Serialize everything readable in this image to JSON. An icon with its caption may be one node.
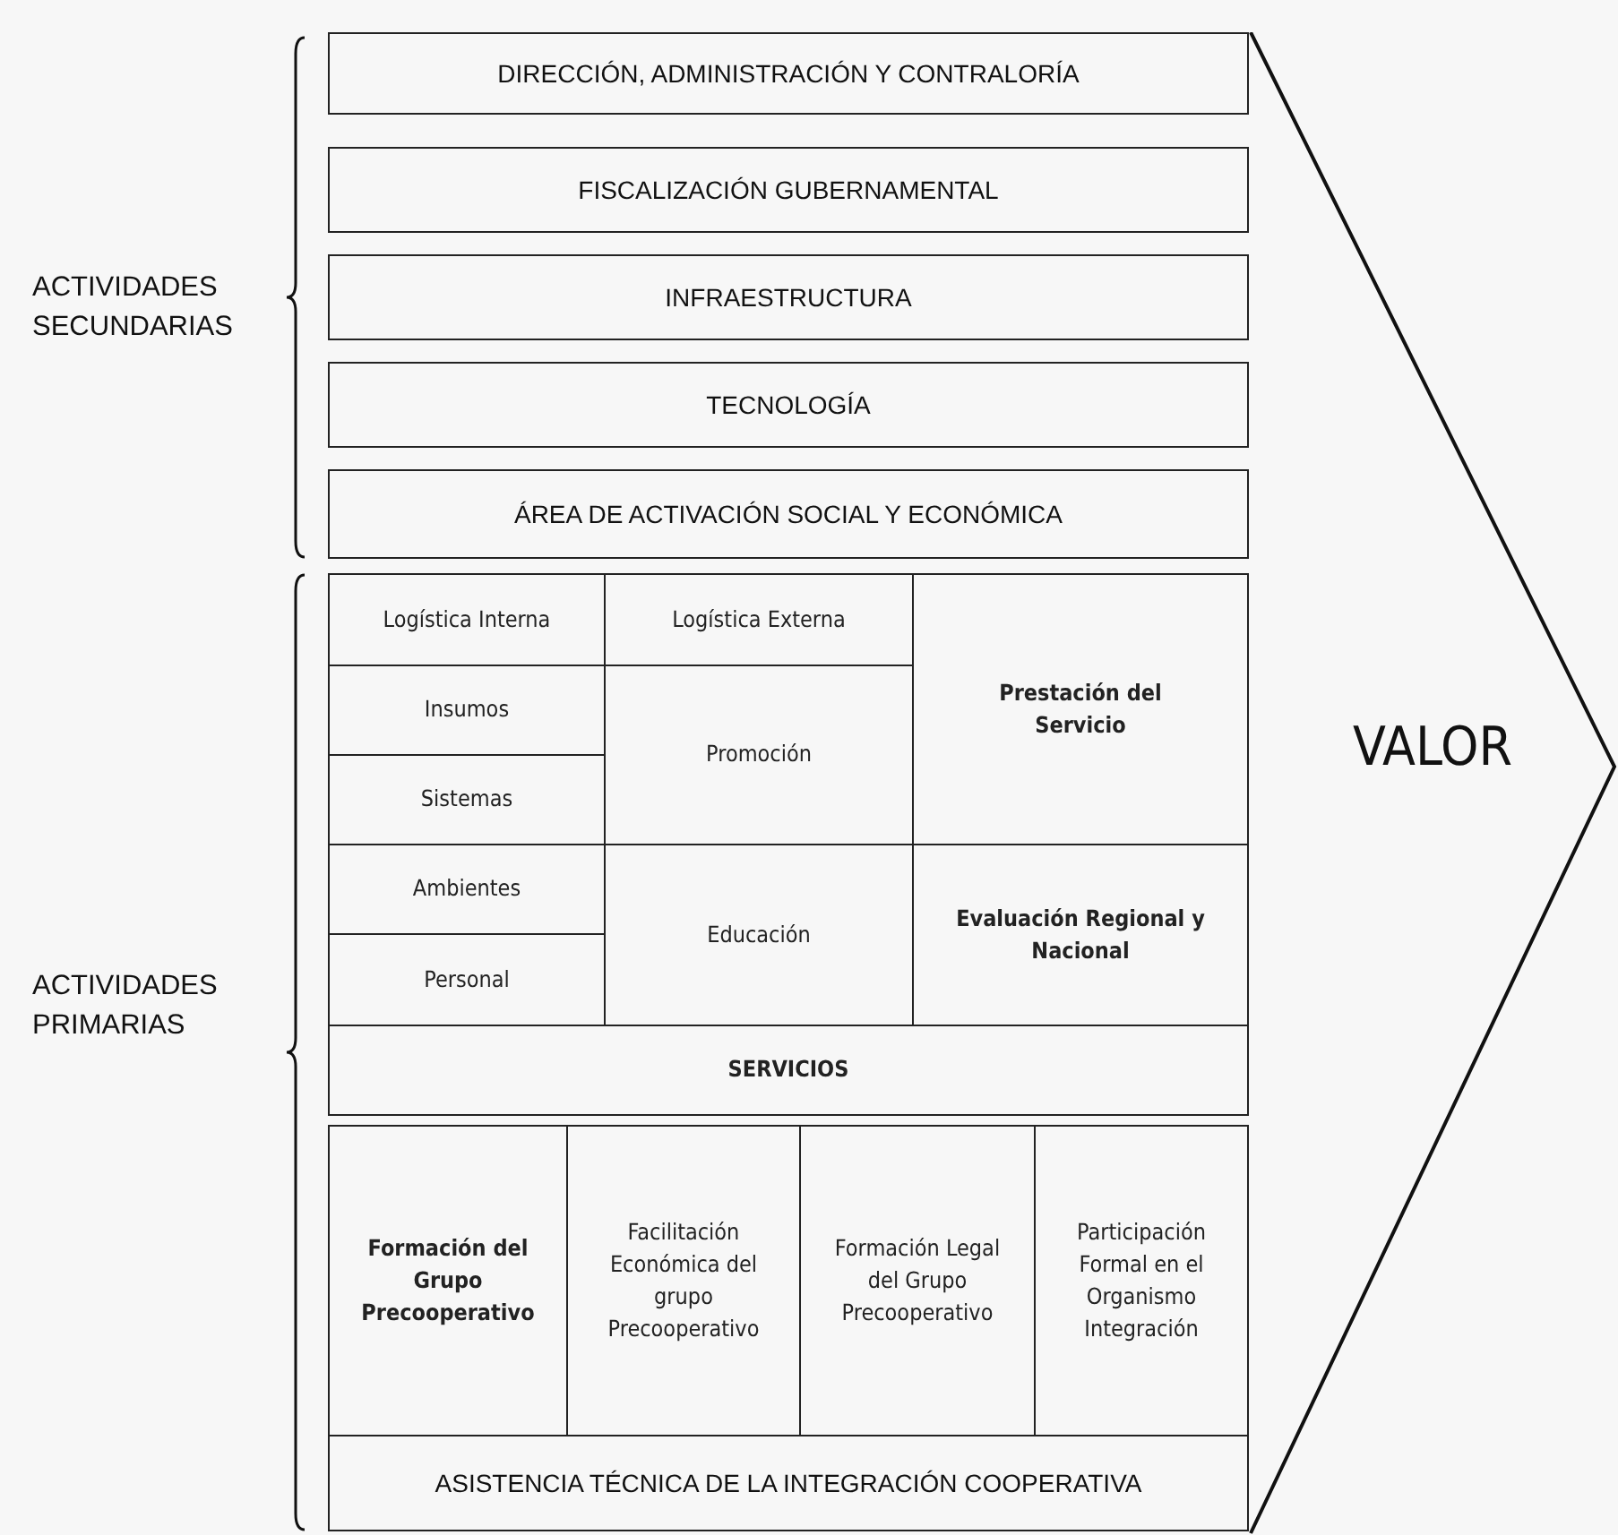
{
  "diagram": {
    "nodes": [
      {
        "text": [
          "DIRECCIÓN, ADMINISTRACIÓN Y CONTRALORÍA"
        ]
      },
      {
        "text": [
          "FISCALIZACIÓN GUBERNAMENTAL"
        ]
      },
      {
        "text": [
          "INFRAESTRUCTURA"
        ]
      },
      {
        "text": [
          "TECNOLOGÍA"
        ]
      },
      {
        "text": [
          "ÁREA DE ACTIVACIÓN SOCIAL Y ECONÓMICA"
        ]
      },
      {
        "text": [
          "Logística Interna"
        ]
      },
      {
        "text": [
          "Logística Externa"
        ]
      },
      {
        "text": [
          "Prestación del Servicio"
        ]
      },
      {
        "text": [
          "Insumos"
        ]
      },
      {
        "text": [
          "Promoción"
        ]
      },
      {
        "text": [
          "Sistemas"
        ]
      },
      {
        "text": [
          "Ambientes"
        ]
      },
      {
        "text": [
          "Educación"
        ]
      },
      {
        "text": [
          "Evaluación Regional y Nacional"
        ]
      },
      {
        "text": [
          "Personal"
        ]
      },
      {
        "text": [
          "SERVICIOS"
        ]
      },
      {
        "text": [
          "Formación del Grupo Precooperativo"
        ]
      },
      {
        "text": [
          "Facilitación Económica del grupo Precooperativo"
        ]
      },
      {
        "text": [
          "Formación Legal del Grupo Precooperativo"
        ]
      },
      {
        "text": [
          "Participación Formal en el Organismo Integración"
        ]
      },
      {
        "text": [
          "ASISTENCIA TÉCNICA DE LA INTEGRACIÓN COOPERATIVA"
        ]
      },
      {
        "text": [
          "VALOR"
        ]
      }
    ],
    "labels": [
      "ACTIVIDADES SECUNDARIAS",
      "ACTIVIDADES PRIMARIAS"
    ]
  }
}
